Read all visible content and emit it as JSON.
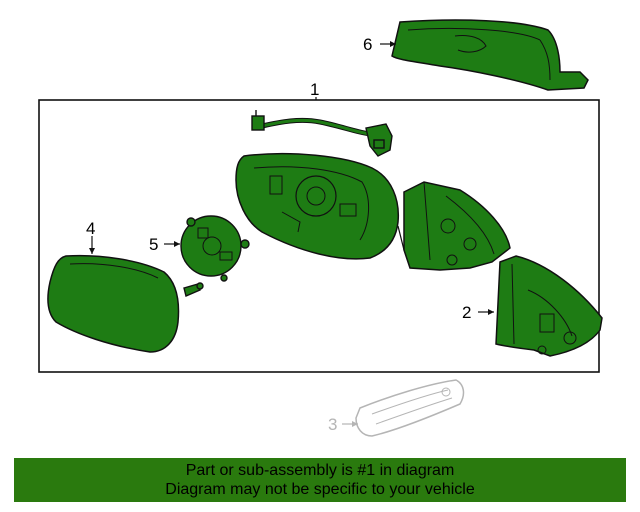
{
  "colors": {
    "part_fill": "#1e7c14",
    "outline": "#111111",
    "faded_outline": "#b5b5b5",
    "banner_bg": "#2a7a0e",
    "banner_text": "#000000"
  },
  "callouts": {
    "assembly": "1",
    "cover": "2",
    "signal_lamp": "3",
    "glass": "4",
    "motor": "5",
    "cap": "6"
  },
  "banner": {
    "line1": "Part or sub-assembly is #1 in diagram",
    "line2": "Diagram may not be specific to your vehicle"
  }
}
